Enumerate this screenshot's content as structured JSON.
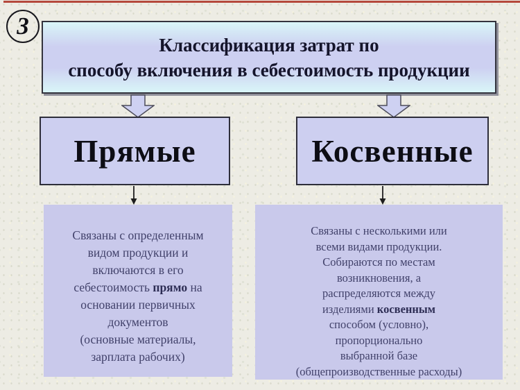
{
  "slide": {
    "number": "3",
    "title_line1": "Классификация затрат по",
    "title_line2": "способу включения в себестоимость продукции"
  },
  "left_branch": {
    "heading": "Прямые",
    "detail": {
      "lines_before": [
        "Связаны с определенным",
        "видом продукции и",
        "включаются в его"
      ],
      "bold_line": {
        "pre": "себестоимость ",
        "bold": "прямо",
        "post": " на"
      },
      "lines_after": [
        "основании первичных",
        "документов",
        "(основные материалы,",
        "зарплата рабочих)"
      ]
    }
  },
  "right_branch": {
    "heading": "Косвенные",
    "detail": {
      "lines_before": [
        "Связаны с несколькими или",
        "всеми видами продукции.",
        "Собираются по местам",
        "возникновения, а",
        "распределяются между"
      ],
      "bold_line": {
        "pre": "изделиями ",
        "bold": "косвенным",
        "post": ""
      },
      "lines_after": [
        "способом (условно),",
        "пропорционально",
        "выбранной базе",
        "(общепроизводственные расходы)"
      ]
    }
  },
  "icons": {
    "block_arrow": "down-block-arrow",
    "connector_arrow": "down-arrow"
  },
  "colors": {
    "accent_red_line": "#b5483c",
    "panel_lavender": "#cdcff0",
    "title_gradient_edge": "#d9f6f8",
    "title_gradient_middle": "#cdd0f1",
    "detail_panel": "#c9c9eb",
    "body_text": "#41416a"
  }
}
